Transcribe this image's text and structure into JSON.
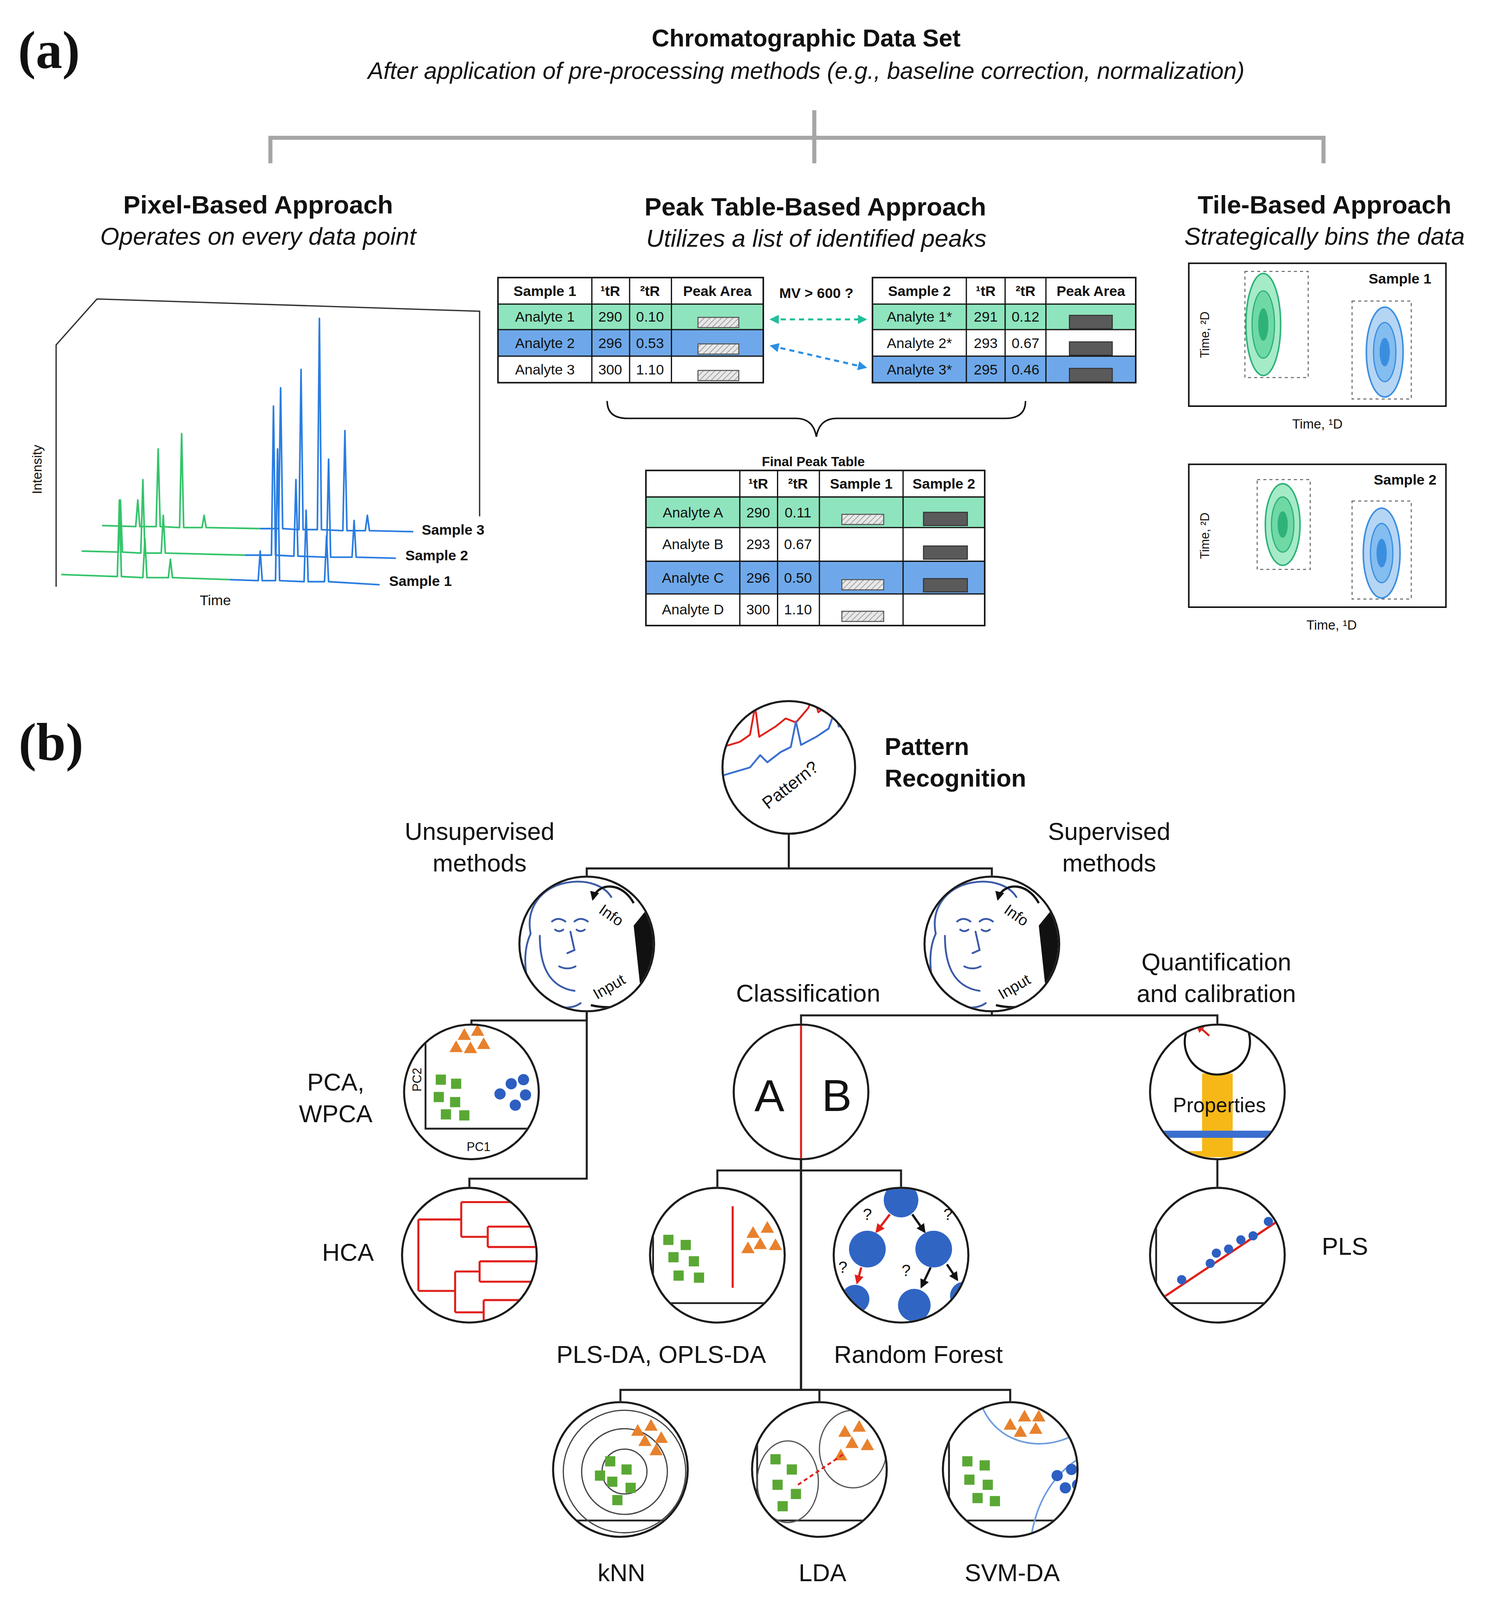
{
  "diagram": {
    "nodes": [
      {
        "text": [
          "Pattern?",
          "Pattern Recognition"
        ]
      },
      {
        "text": [
          "Unsupervised methods",
          "Info",
          "Input"
        ]
      },
      {
        "text": [
          "Supervised methods",
          "Info",
          "Input"
        ]
      },
      {
        "text": [
          "PCA, WPCA",
          "PC2",
          "PC1"
        ]
      },
      {
        "text": [
          "Classification",
          "A",
          "B"
        ]
      },
      {
        "text": [
          "Quantification and calibration",
          "Properties"
        ]
      },
      {
        "text": [
          "HCA"
        ]
      },
      {
        "text": [
          "PLS-DA, OPLS-DA"
        ]
      },
      {
        "text": [
          "Random Forest",
          "?",
          "?",
          "?",
          "?"
        ]
      },
      {
        "text": [
          "PLS"
        ]
      },
      {
        "text": [
          "kNN"
        ]
      },
      {
        "text": [
          "LDA"
        ]
      },
      {
        "text": [
          "SVM-DA"
        ]
      }
    ],
    "edges": [
      {
        "from": 0,
        "to": 1,
        "arrow": "none"
      },
      {
        "from": 0,
        "to": 2,
        "arrow": "none"
      },
      {
        "from": 1,
        "to": 3,
        "arrow": "none"
      },
      {
        "from": 1,
        "to": 6,
        "arrow": "none"
      },
      {
        "from": 2,
        "to": 4,
        "arrow": "none"
      },
      {
        "from": 2,
        "to": 5,
        "arrow": "none"
      },
      {
        "from": 4,
        "to": 7,
        "arrow": "none"
      },
      {
        "from": 4,
        "to": 8,
        "arrow": "none"
      },
      {
        "from": 4,
        "to": 10,
        "arrow": "none"
      },
      {
        "from": 4,
        "to": 11,
        "arrow": "none"
      },
      {
        "from": 4,
        "to": 12,
        "arrow": "none"
      },
      {
        "from": 5,
        "to": 9,
        "arrow": "none"
      }
    ],
    "labels": [
      "(a)",
      "Chromatographic Data Set",
      "After application of pre-processing methods (e.g., baseline correction, normalization)",
      "Pixel-Based Approach",
      "Operates on every data point",
      "Peak Table-Based Approach",
      "Utilizes a list of identified peaks",
      "Tile-Based Approach",
      "Strategically bins the data",
      "Intensity",
      "Time",
      "Sample 3",
      "Sample 2",
      "Sample 1",
      "Sample 1",
      "¹tR",
      "²tR",
      "Peak Area",
      "Analyte 1",
      "290",
      "0.10",
      "Analyte 2",
      "296",
      "0.53",
      "Analyte 3",
      "300",
      "1.10",
      "MV > 600 ?",
      "Sample 2",
      "¹tR",
      "²tR",
      "Peak Area",
      "Analyte 1*",
      "291",
      "0.12",
      "Analyte 2*",
      "293",
      "0.67",
      "Analyte 3*",
      "295",
      "0.46",
      "Final Peak Table",
      "¹tR",
      "²tR",
      "Sample 1",
      "Sample 2",
      "Analyte A",
      "290",
      "0.11",
      "Analyte B",
      "293",
      "0.67",
      "Analyte C",
      "296",
      "0.50",
      "Analyte D",
      "300",
      "1.10",
      "Sample 1",
      "Time, ²D",
      "Time, ¹D",
      "Sample 2",
      "Time, ²D",
      "Time, ¹D",
      "(b)"
    ]
  }
}
